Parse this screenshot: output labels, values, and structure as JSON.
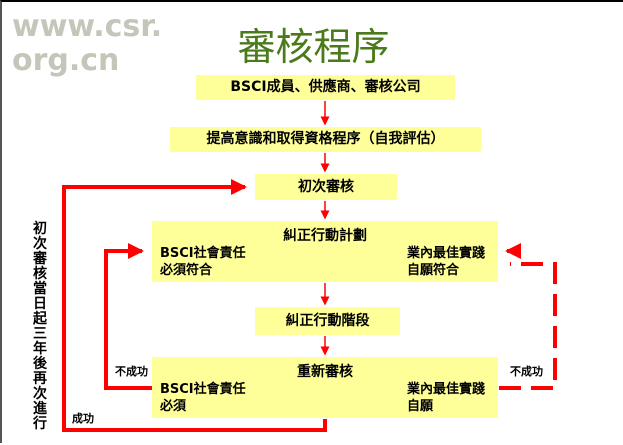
{
  "title": "審核程序",
  "steps": {
    "s1": "BSCI成員、供應商、審核公司",
    "s2": "提高意識和取得資格程序（自我評估）",
    "s3": "初次審核",
    "s4": {
      "title": "糾正行動計劃",
      "left1": "BSCI社會責任",
      "left2": "必須符合",
      "right1": "業內最佳實踐",
      "right2": "自願符合"
    },
    "s5": "糾正行動階段",
    "s6": {
      "title": "重新審核",
      "left1": "BSCI社會責任",
      "left2": "必須",
      "right1": "業內最佳實踐",
      "right2": "自願"
    }
  },
  "labels": {
    "fail_left": "不成功",
    "fail_right": "不成功",
    "success": "成功",
    "cycle": "初次審核當日起三年後再次進行"
  },
  "watermark": "www.csr.org.cn",
  "colors": {
    "arrow": "#ff0000",
    "box": "#ffff99",
    "title": "#4a7a1a"
  }
}
